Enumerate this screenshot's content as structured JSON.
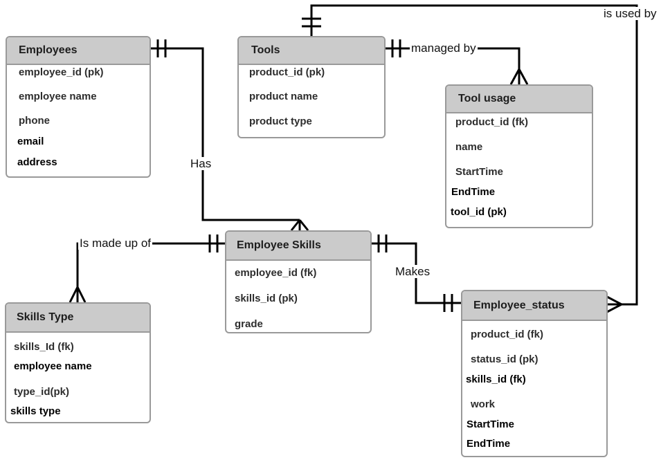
{
  "diagram": {
    "colors": {
      "header_fill": "#cbcbcb",
      "border": "#999999",
      "line": "#000000",
      "text": "#2d2d2d"
    },
    "entities": {
      "employees": {
        "title": "Employees",
        "fields": [
          "employee_id (pk)",
          "employee name",
          "phone",
          "email",
          "address"
        ]
      },
      "tools": {
        "title": "Tools",
        "fields": [
          "product_id (pk)",
          "product name",
          "product type"
        ]
      },
      "tool_usage": {
        "title": "Tool usage",
        "fields": [
          "product_id (fk)",
          "name",
          "StartTime",
          "EndTime",
          "tool_id (pk)"
        ]
      },
      "employee_skills": {
        "title": "Employee Skills",
        "fields": [
          "employee_id (fk)",
          "skills_id (pk)",
          "grade"
        ]
      },
      "skills_type": {
        "title": "Skills Type",
        "fields": [
          "skills_Id (fk)",
          "employee name",
          "type_id(pk)",
          "skills type"
        ]
      },
      "employee_status": {
        "title": "Employee_status",
        "fields": [
          "product_id (fk)",
          "status_id (pk)",
          "skills_id (fk)",
          "work",
          "StartTime",
          "EndTime"
        ]
      }
    },
    "relationships": {
      "is_used_by": "is used by",
      "managed_by": "managed by",
      "has": "Has",
      "is_made_up_of": "Is made up of",
      "makes": "Makes"
    }
  }
}
